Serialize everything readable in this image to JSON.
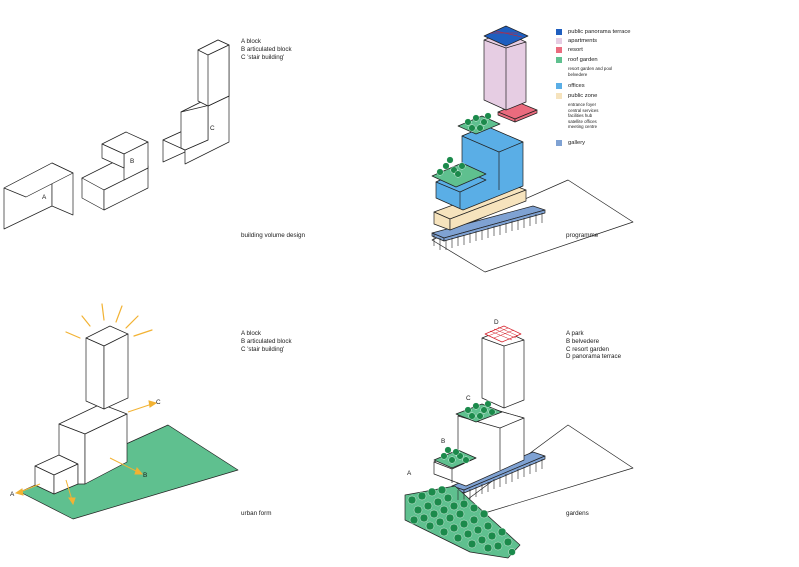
{
  "panels": {
    "volume": {
      "lines": [
        "A block",
        "B articulated block",
        "C 'stair building'"
      ],
      "caption": "building volume design",
      "labels": [
        "A",
        "B",
        "C"
      ]
    },
    "programme": {
      "caption": "programme",
      "legend": [
        {
          "label": "public panorama terrace",
          "color": "#1f5fbf"
        },
        {
          "label": "apartments",
          "color": "#e6cde3"
        },
        {
          "label": "resort",
          "color": "#ea6b7e"
        },
        {
          "label": "roof garden",
          "color": "#5fc08f"
        },
        {
          "label": "resort garden and pool\nbelvedere",
          "small": true
        },
        {
          "label": "offices",
          "color": "#5aaee6"
        },
        {
          "label": "public zone",
          "color": "#f6e3bd"
        },
        {
          "label": "entrance foyer\ncentral services\nfacilities hub\nsatellite offices\nmeeting centre",
          "small": true
        },
        {
          "label": "gallery",
          "color": "#7fa2d3"
        }
      ]
    },
    "urban": {
      "lines": [
        "A block",
        "B articulated block",
        "C 'stair building'"
      ],
      "caption": "urban form",
      "labels": [
        "A",
        "B",
        "C"
      ]
    },
    "gardens": {
      "lines": [
        "A park",
        "B belvedere",
        "C resort garden",
        "D panorama terrace"
      ],
      "caption": "gardens",
      "labels": [
        "A",
        "B",
        "C",
        "D"
      ]
    }
  },
  "colors": {
    "green": "#5fc08f",
    "tree": "#1b8a4b",
    "offices": "#5aaee6",
    "apartments": "#e6cde3",
    "resort": "#ea6b7e",
    "public": "#f6e3bd",
    "gallery": "#7fa2d3",
    "terrace": "#1f5fbf",
    "arrow": "#f2b233"
  }
}
